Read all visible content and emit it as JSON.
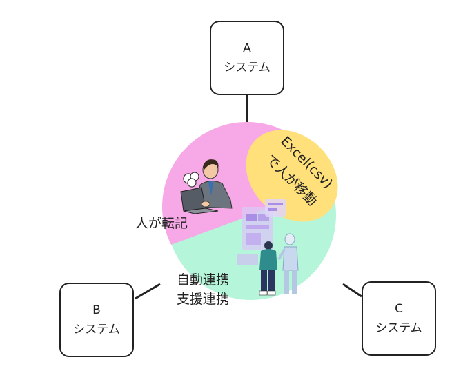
{
  "systems": {
    "a": {
      "letter": "A",
      "name": "システム"
    },
    "b": {
      "letter": "B",
      "name": "システム"
    },
    "c": {
      "letter": "C",
      "name": "システム"
    }
  },
  "labels": {
    "manual": "人が転記",
    "auto_line1": "自動連携",
    "auto_line2": "支援連携",
    "excel_line1": "Excel(csv)",
    "excel_line2": "で人が移動"
  },
  "colors": {
    "pink": "#f7a8e6",
    "mint": "#b5f5d9",
    "excel_oval": "#ffe07a",
    "outline": "#222222"
  },
  "icons": {
    "manual": "stressed-office-worker-at-laptop-icon",
    "auto": "person-and-robot-with-dashboard-icon"
  }
}
